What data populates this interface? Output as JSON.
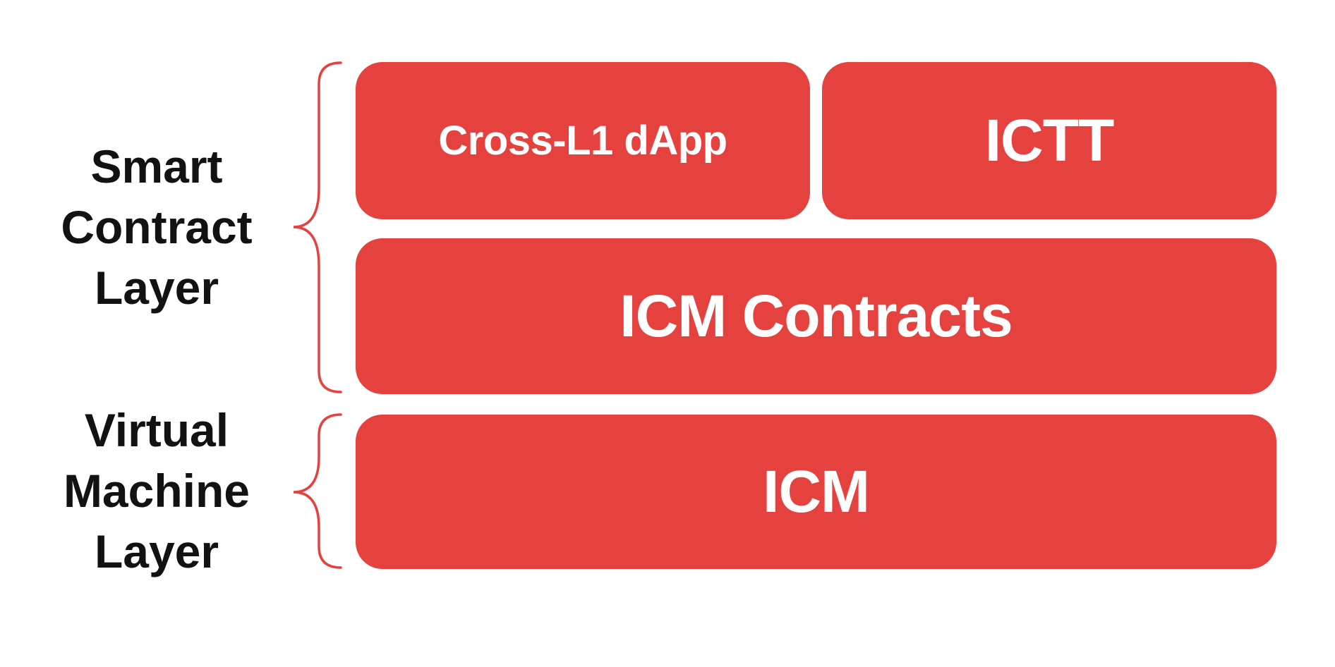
{
  "colors": {
    "box_red": "#e5423f",
    "brace_red": "#e5423f",
    "box_text": "#ffffff",
    "label_text": "#121212",
    "background": "#ffffff"
  },
  "layer_labels": {
    "smart_contract": {
      "lines": [
        "Smart",
        "Contract",
        "Layer"
      ]
    },
    "virtual_machine": {
      "lines": [
        "Virtual",
        "Machine",
        "Layer"
      ]
    }
  },
  "boxes": {
    "cross_l1_dapp": {
      "label": "Cross-L1 dApp"
    },
    "ictt": {
      "label": "ICTT"
    },
    "icm_contracts": {
      "label": "ICM Contracts"
    },
    "icm": {
      "label": "ICM"
    }
  }
}
